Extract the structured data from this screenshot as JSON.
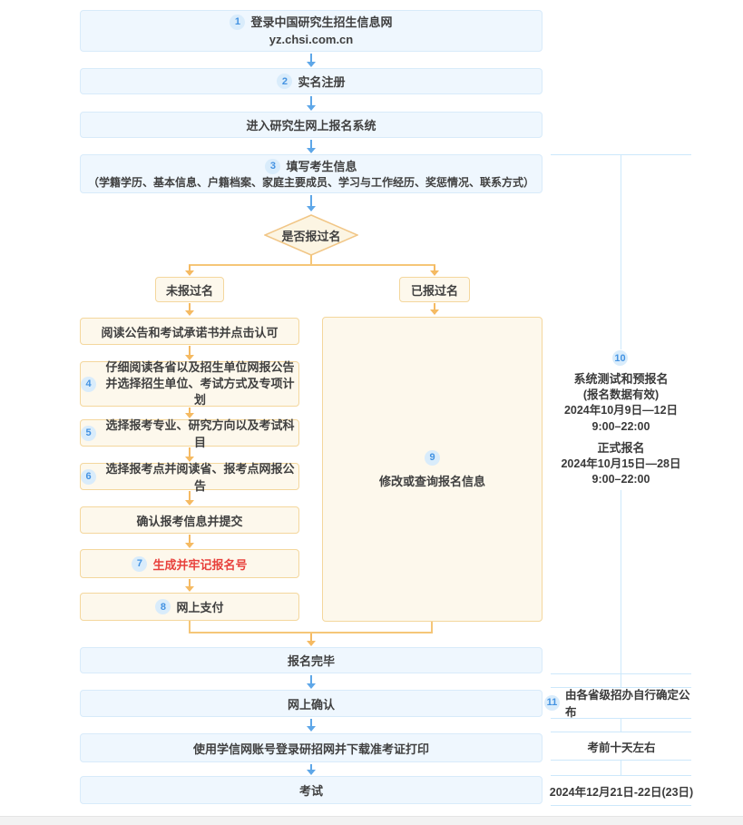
{
  "flow": {
    "top_steps": [
      {
        "num": "1",
        "label": "登录中国研究生招生信息网",
        "sub": "yz.chsi.com.cn"
      },
      {
        "num": "2",
        "label": "实名注册"
      },
      {
        "label": "进入研究生网上报名系统"
      },
      {
        "num": "3",
        "label": "填写考生信息",
        "sub": "（学籍学历、基本信息、户籍档案、家庭主要成员、学习与工作经历、奖惩情况、联系方式）"
      }
    ],
    "decision_label": "是否报过名",
    "branches": {
      "left": "未报过名",
      "right": "已报过名"
    },
    "left_steps": [
      {
        "label": "阅读公告和考试承诺书并点击认可"
      },
      {
        "num": "4",
        "line1": "仔细阅读各省以及招生单位网报公告",
        "line2": "并选择招生单位、考试方式及专项计划"
      },
      {
        "num": "5",
        "label": "选择报考专业、研究方向以及考试科目"
      },
      {
        "num": "6",
        "label": "选择报考点并阅读省、报考点网报公告"
      },
      {
        "label": "确认报考信息并提交"
      },
      {
        "num": "7",
        "label": "生成并牢记报名号"
      },
      {
        "num": "8",
        "label": "网上支付"
      }
    ],
    "right_step": {
      "num": "9",
      "label": "修改或查询报名信息"
    },
    "bottom_steps": [
      {
        "label": "报名完毕"
      },
      {
        "label": "网上确认"
      },
      {
        "label": "使用学信网账号登录研招网并下载准考证打印"
      },
      {
        "label": "考试"
      }
    ]
  },
  "annotations": {
    "test_and_prereg": {
      "num": "10",
      "title1": "系统测试和预报名",
      "subtitle1": "(报名数据有效)",
      "date1": "2024年10月9日—12日",
      "time1": "9:00–22:00",
      "title2": "正式报名",
      "date2": "2024年10月15日—28日",
      "time2": "9:00–22:00"
    },
    "confirm_note": {
      "num": "11",
      "text": "由各省级招办自行确定公布"
    },
    "print_note": {
      "text": "考前十天左右"
    },
    "exam_date": {
      "text": "2024年12月21日-22日(23日)"
    }
  },
  "colors": {
    "blue_box_bg": "#eff7fe",
    "blue_box_border": "#d8ebfa",
    "orange_box_bg": "#fdf8ec",
    "orange_box_border": "#f4d79d",
    "arrow_blue": "#5ea7e8",
    "arrow_orange": "#f5ba62",
    "num_badge_bg": "#d9ecfb",
    "num_badge_fg": "#4493e2",
    "red_text": "#e8413c",
    "annotation_line": "#cde8fb",
    "text": "#404040"
  }
}
